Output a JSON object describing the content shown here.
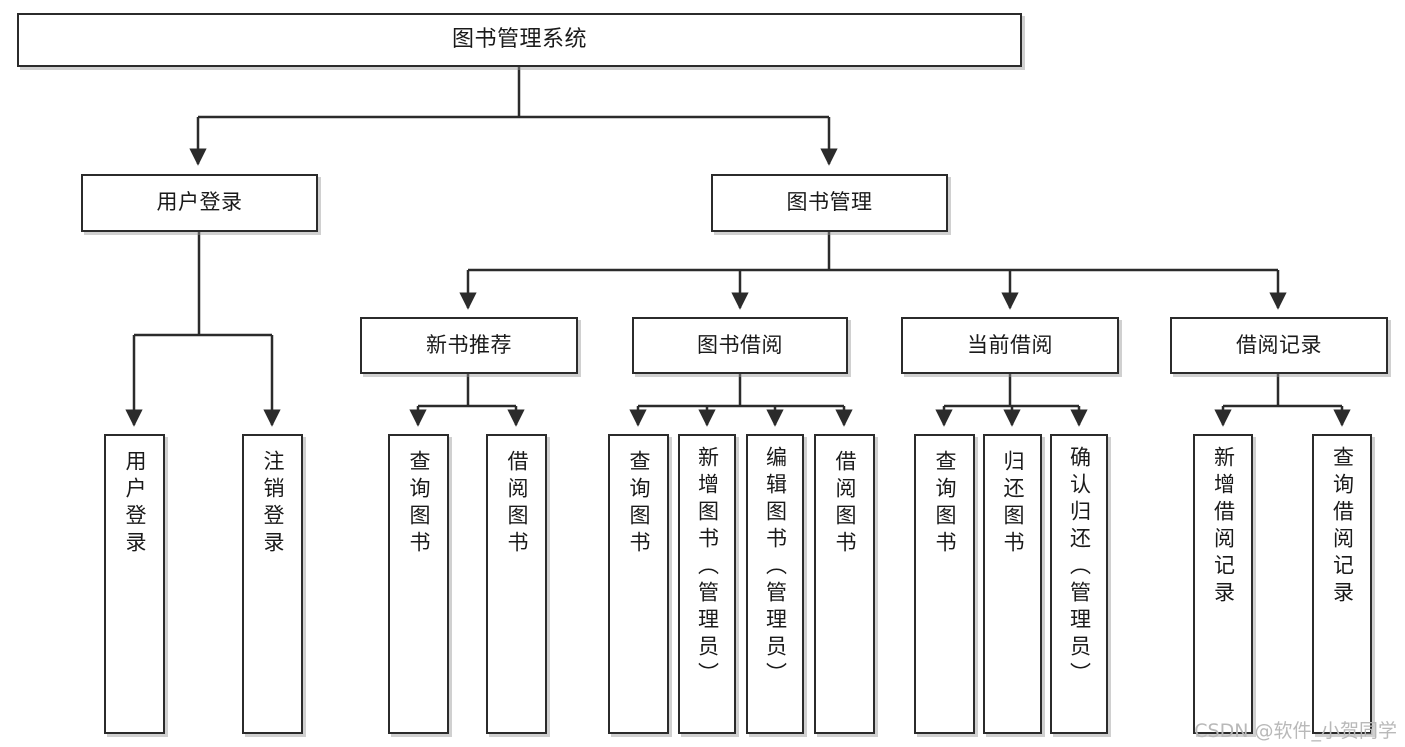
{
  "diagram": {
    "title": "图书管理系统",
    "type": "tree-hierarchy",
    "root": {
      "id": "root",
      "label": "图书管理系统"
    },
    "level2": [
      {
        "id": "login",
        "label": "用户登录"
      },
      {
        "id": "bookmgmt",
        "label": "图书管理"
      }
    ],
    "level3": [
      {
        "id": "newbook",
        "label": "新书推荐"
      },
      {
        "id": "borrow",
        "label": "图书借阅"
      },
      {
        "id": "current",
        "label": "当前借阅"
      },
      {
        "id": "records",
        "label": "借阅记录"
      }
    ],
    "leaves": {
      "login": [
        {
          "id": "leaf-user-login",
          "label": "用户登录"
        },
        {
          "id": "leaf-user-logout",
          "label": "注销登录"
        }
      ],
      "newbook": [
        {
          "id": "leaf-nb-query",
          "label": "查询图书"
        },
        {
          "id": "leaf-nb-borrow",
          "label": "借阅图书"
        }
      ],
      "borrow": [
        {
          "id": "leaf-bw-query",
          "label": "查询图书"
        },
        {
          "id": "leaf-bw-add",
          "label": "新增图书（管理员）"
        },
        {
          "id": "leaf-bw-edit",
          "label": "编辑图书（管理员）"
        },
        {
          "id": "leaf-bw-borrow",
          "label": "借阅图书"
        }
      ],
      "current": [
        {
          "id": "leaf-cb-query",
          "label": "查询图书"
        },
        {
          "id": "leaf-cb-return",
          "label": "归还图书"
        },
        {
          "id": "leaf-cb-confirm",
          "label": "确认归还（管理员）"
        }
      ],
      "records": [
        {
          "id": "leaf-rc-add",
          "label": "新增借阅记录"
        },
        {
          "id": "leaf-rc-query",
          "label": "查询借阅记录"
        }
      ]
    }
  },
  "watermark": {
    "text": "CSDN @软件_小贺同学"
  },
  "colors": {
    "border": "#2b2b2b",
    "background": "#ffffff",
    "text": "#1a1a1a",
    "edge": "#2b2b2b",
    "shadow": "#969696",
    "watermark": "#b9b9b9"
  }
}
